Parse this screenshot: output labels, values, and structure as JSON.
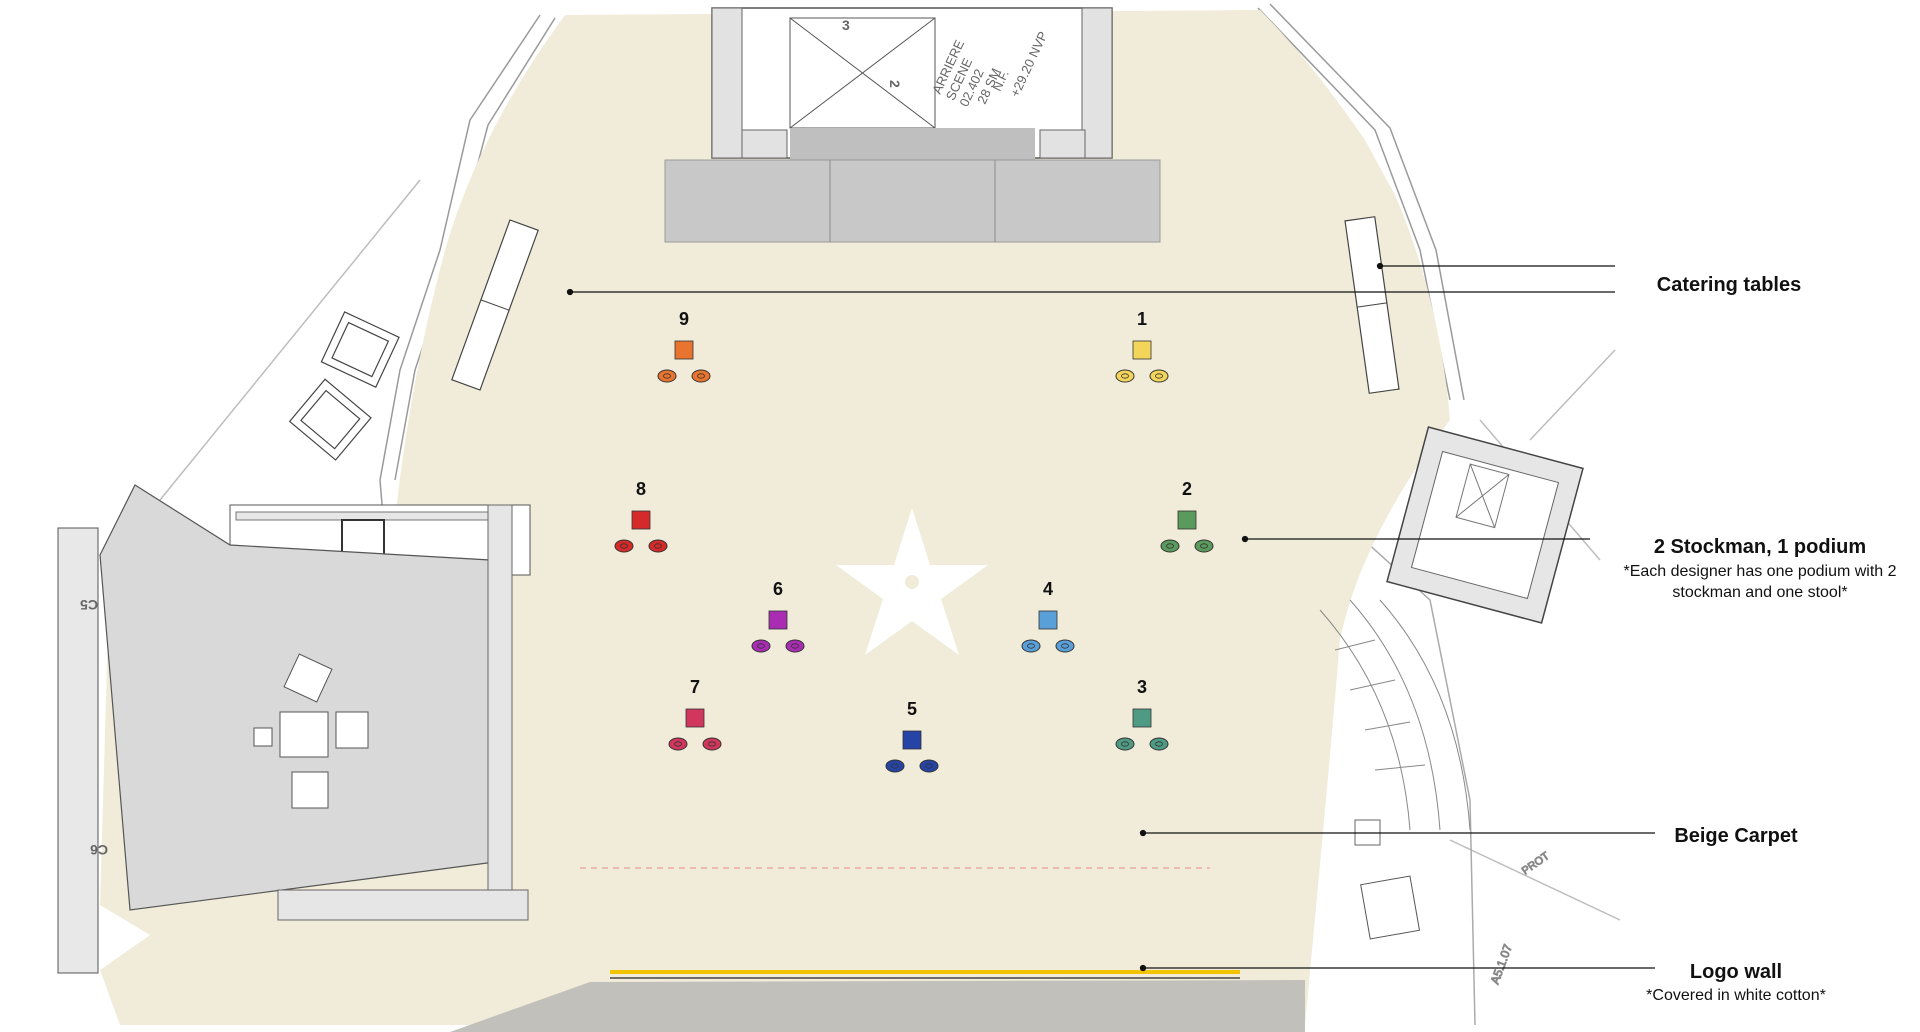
{
  "plan": {
    "backstage_labels": [
      "ARRIERE",
      "SCENE",
      "02.402",
      "28 SM",
      "N.F.",
      "+29.20 NVP"
    ],
    "room_codes": [
      "C5",
      "C6"
    ],
    "misc_labels": [
      "3",
      "2",
      "PROT",
      "A5.1.07"
    ],
    "colors": {
      "carpet": "#f1ecd9",
      "stage": "#c8c8c8",
      "lounge": "#d9d9d9",
      "logo_wall": "#c2c0ba",
      "line": "#222222",
      "star": "#ffffff"
    }
  },
  "booths": [
    {
      "number": "1",
      "color": "#f3d55a"
    },
    {
      "number": "2",
      "color": "#5a9a5c"
    },
    {
      "number": "3",
      "color": "#4e9a83"
    },
    {
      "number": "4",
      "color": "#5aa0d8"
    },
    {
      "number": "5",
      "color": "#2643a6"
    },
    {
      "number": "6",
      "color": "#a82db3"
    },
    {
      "number": "7",
      "color": "#d1375d"
    },
    {
      "number": "8",
      "color": "#d42a2a"
    },
    {
      "number": "9",
      "color": "#e9742f"
    }
  ],
  "annotations": {
    "catering": {
      "title": "Catering tables"
    },
    "stockman": {
      "title": "2 Stockman, 1 podium",
      "sub1": "*Each designer has one podium with 2",
      "sub2": "stockman and one stool*"
    },
    "carpet": {
      "title": "Beige Carpet"
    },
    "logo_wall": {
      "title": "Logo wall",
      "sub": "*Covered in white cotton*"
    }
  }
}
